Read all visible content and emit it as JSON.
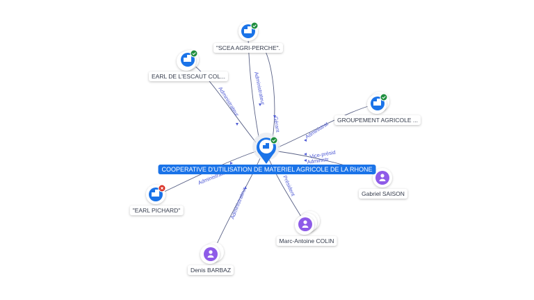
{
  "colors": {
    "company": "#1a73e8",
    "person": "#8e5be8",
    "active": "#1e8e3e",
    "closed": "#d93025",
    "edge_label": "#4f5bd5"
  },
  "center": {
    "label": "COOPERATIVE D'UTILISATION DE MATERIEL AGRICOLE DE LA RHONE",
    "icon": "building-icon",
    "status": "active"
  },
  "nodes": [
    {
      "id": "scea",
      "type": "company",
      "label": "\"SCEA AGRI-PERCHE\".",
      "status": "active"
    },
    {
      "id": "earl-lescaut",
      "type": "company",
      "label": "EARL DE L'ESCAUT COL...",
      "status": "active"
    },
    {
      "id": "groupement",
      "type": "company",
      "label": "GROUPEMENT AGRICOLE ...",
      "status": "active"
    },
    {
      "id": "earl-pichard",
      "type": "company",
      "label": "\"EARL PICHARD\"",
      "status": "closed"
    },
    {
      "id": "gabriel",
      "type": "person",
      "label": "Gabriel SAISON"
    },
    {
      "id": "marc",
      "type": "person",
      "label": "Marc-Antoine COLIN"
    },
    {
      "id": "denis",
      "type": "person",
      "label": "Denis BARBAZ"
    }
  ],
  "edges": [
    {
      "to": "scea",
      "label": "Administrateur"
    },
    {
      "to": "scea",
      "label": "Gérant"
    },
    {
      "to": "earl-lescaut",
      "label": "Administrateur"
    },
    {
      "to": "groupement",
      "label": "Administrat"
    },
    {
      "to": "gabriel",
      "label": "Vice-présid"
    },
    {
      "to": "gabriel",
      "label": "Administr"
    },
    {
      "to": "marc",
      "label": "Président"
    },
    {
      "to": "denis",
      "label": "Administrateur"
    },
    {
      "to": "earl-pichard",
      "label": "Administrateur"
    }
  ]
}
